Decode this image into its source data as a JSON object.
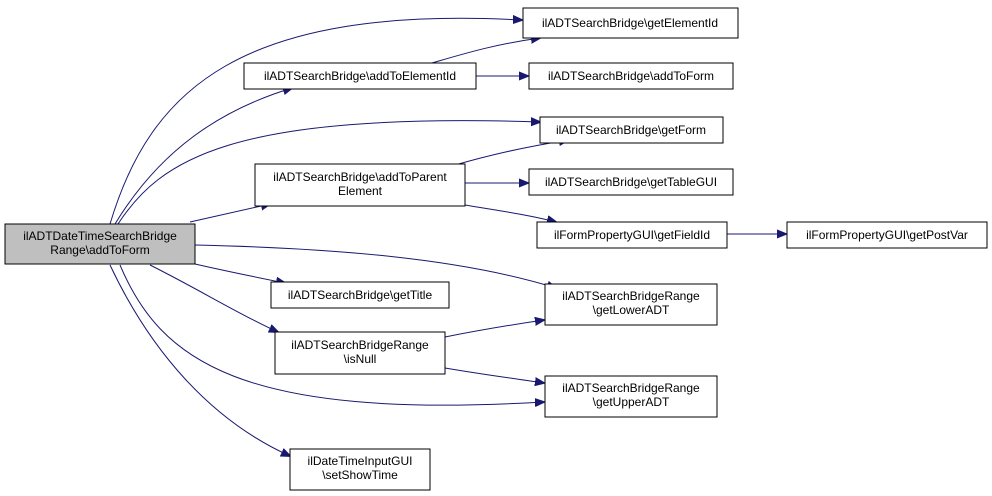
{
  "diagram": {
    "nodes": {
      "root": [
        "ilADTDateTimeSearchBridge",
        "Range\\addToForm"
      ],
      "getElementId": [
        "ilADTSearchBridge\\getElementId"
      ],
      "addToElementId": [
        "ilADTSearchBridge\\addToElementId"
      ],
      "addToForm": [
        "ilADTSearchBridge\\addToForm"
      ],
      "getForm": [
        "ilADTSearchBridge\\getForm"
      ],
      "addToParentElement": [
        "ilADTSearchBridge\\addToParent",
        "Element"
      ],
      "getTableGUI": [
        "ilADTSearchBridge\\getTableGUI"
      ],
      "getFieldId": [
        "ilFormPropertyGUI\\getFieldId"
      ],
      "getPostVar": [
        "ilFormPropertyGUI\\getPostVar"
      ],
      "getTitle": [
        "ilADTSearchBridge\\getTitle"
      ],
      "getLowerADT": [
        "ilADTSearchBridgeRange",
        "\\getLowerADT"
      ],
      "isNull": [
        "ilADTSearchBridgeRange",
        "\\isNull"
      ],
      "getUpperADT": [
        "ilADTSearchBridgeRange",
        "\\getUpperADT"
      ],
      "setShowTime": [
        "ilDateTimeInputGUI",
        "\\setShowTime"
      ]
    }
  }
}
